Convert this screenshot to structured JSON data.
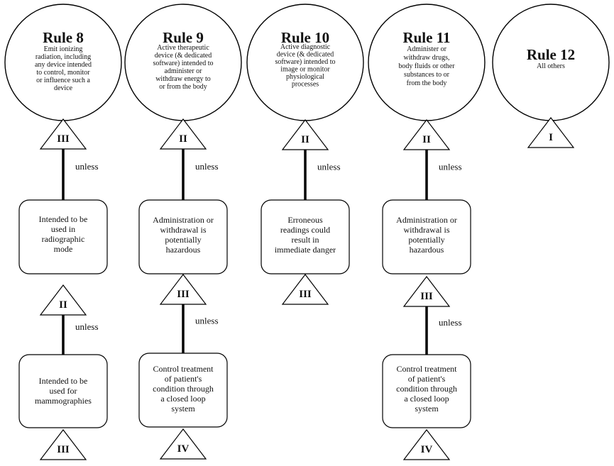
{
  "rules": [
    {
      "title": "Rule 8",
      "description": [
        "Emit ionizing",
        "radiation, including",
        "any device intended",
        "to control, monitor",
        "or influence such a",
        "device"
      ],
      "class": "III",
      "steps": [
        {
          "unless": "unless",
          "condition": [
            "Intended to be",
            "used in",
            "radiographic",
            "mode"
          ],
          "class": "II"
        },
        {
          "unless": "unless",
          "condition": [
            "Intended to be",
            "used for",
            "mammographies"
          ],
          "class": "III"
        }
      ]
    },
    {
      "title": "Rule 9",
      "description": [
        "Active therapeutic",
        "device (& dedicated",
        "software) intended to",
        "administer or",
        "withdraw energy to",
        "or from the body"
      ],
      "class": "II",
      "steps": [
        {
          "unless": "unless",
          "condition": [
            "Administration or",
            "withdrawal is",
            "potentially",
            "hazardous"
          ],
          "class": "III"
        },
        {
          "unless": "unless",
          "condition": [
            "Control treatment",
            "of patient's",
            "condition through",
            "a closed loop",
            "system"
          ],
          "class": "IV"
        }
      ]
    },
    {
      "title": "Rule 10",
      "description": [
        "Active diagnostic",
        "device (& dedicated",
        "software) intended to",
        "image or monitor",
        "physiological",
        "processes"
      ],
      "class": "II",
      "steps": [
        {
          "unless": "unless",
          "condition": [
            "Erroneous",
            "readings could",
            "result in",
            "immediate danger"
          ],
          "class": "III"
        }
      ]
    },
    {
      "title": "Rule 11",
      "description": [
        "Administer or",
        "withdraw drugs,",
        "body fluids or other",
        "substances to or",
        "from the body"
      ],
      "class": "II",
      "steps": [
        {
          "unless": "unless",
          "condition": [
            "Administration or",
            "withdrawal is",
            "potentially",
            "hazardous"
          ],
          "class": "III"
        },
        {
          "unless": "unless",
          "condition": [
            "Control treatment",
            "of patient's",
            "condition through",
            "a closed loop",
            "system"
          ],
          "class": "IV"
        }
      ]
    },
    {
      "title": "Rule 12",
      "description": [
        "All others"
      ],
      "class": "I",
      "steps": []
    }
  ]
}
